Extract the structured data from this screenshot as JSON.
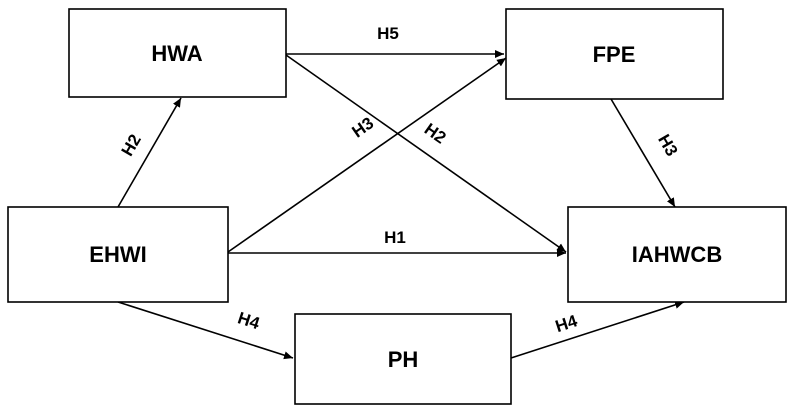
{
  "nodes": {
    "hwa": "HWA",
    "fpe": "FPE",
    "ehwi": "EHWI",
    "iahwcb": "IAHWCB",
    "ph": "PH"
  },
  "edges": {
    "ehwi_hwa": "H2",
    "hwa_fpe": "H5",
    "ehwi_fpe": "H3",
    "hwa_iahwcb": "H2",
    "fpe_iahwcb": "H3",
    "ehwi_iahwcb": "H1",
    "ehwi_ph": "H4",
    "ph_iahwcb": "H4"
  }
}
